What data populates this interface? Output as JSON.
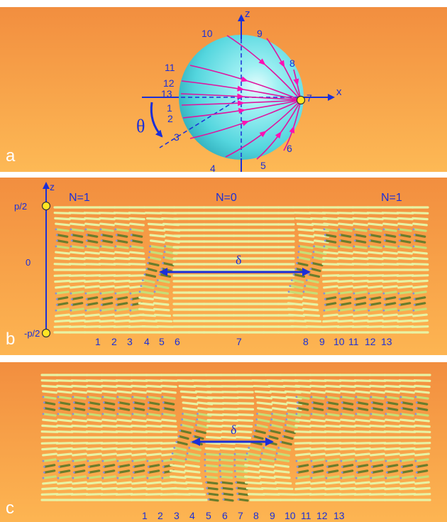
{
  "colors": {
    "bg_top": "#f49a45",
    "bg_bottom": "#fdb752",
    "axis": "#1b2fd8",
    "arrow": "#ff0fb3",
    "sphere": "#5fdde3",
    "sphere_light": "#c6f6f8",
    "sphere_edge": "#2aa7b6",
    "rod_light": "#eef7b6",
    "rod_mid": "#c9e27c",
    "rod_dark": "#5a6d22",
    "dot": "#ffe623",
    "label_white": "#ffffff"
  },
  "panel_a": {
    "label": "a",
    "axis_z": "z",
    "axis_x": "x",
    "theta": "θ",
    "path_numbers": [
      "1",
      "2",
      "3",
      "4",
      "5",
      "6",
      "7",
      "8",
      "9",
      "10",
      "11",
      "12",
      "13"
    ]
  },
  "panel_b": {
    "label": "b",
    "axis_z": "z",
    "tick_top": "p/2",
    "tick_mid": "0",
    "tick_bottom": "-p/2",
    "region_left": "N=1",
    "region_center": "N=0",
    "region_right": "N=1",
    "delta": "δ",
    "column_numbers": [
      "1",
      "2",
      "3",
      "4",
      "5",
      "6",
      "7",
      "8",
      "9",
      "10",
      "11",
      "12",
      "13"
    ]
  },
  "panel_c": {
    "label": "c",
    "delta": "δ",
    "column_numbers": [
      "1",
      "2",
      "3",
      "4",
      "5",
      "6",
      "7",
      "8",
      "9",
      "10",
      "11",
      "12",
      "13"
    ]
  }
}
